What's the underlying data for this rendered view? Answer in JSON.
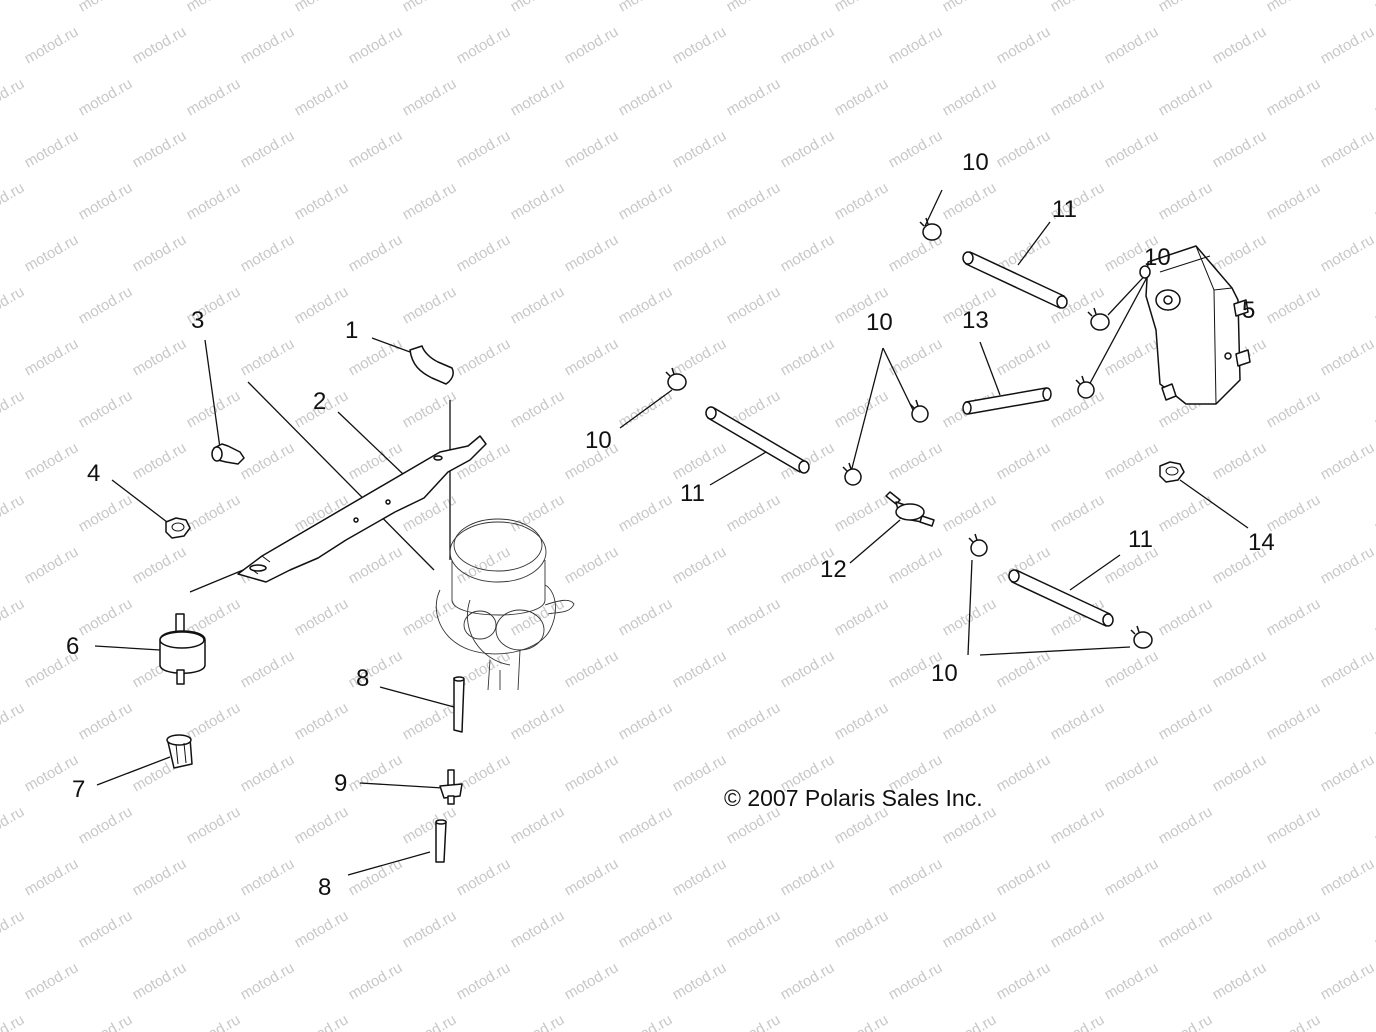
{
  "diagram": {
    "copyright": "© 2007 Polaris Sales Inc.",
    "watermark": "motod.ru",
    "callouts": [
      {
        "id": "c1",
        "label": "1"
      },
      {
        "id": "c2",
        "label": "2"
      },
      {
        "id": "c3",
        "label": "3"
      },
      {
        "id": "c4",
        "label": "4"
      },
      {
        "id": "c5",
        "label": "5"
      },
      {
        "id": "c6",
        "label": "6"
      },
      {
        "id": "c7",
        "label": "7"
      },
      {
        "id": "c8a",
        "label": "8"
      },
      {
        "id": "c8b",
        "label": "8"
      },
      {
        "id": "c9",
        "label": "9"
      },
      {
        "id": "c10a",
        "label": "10"
      },
      {
        "id": "c10b",
        "label": "10"
      },
      {
        "id": "c10c",
        "label": "10"
      },
      {
        "id": "c10d",
        "label": "10"
      },
      {
        "id": "c10e",
        "label": "10"
      },
      {
        "id": "c11a",
        "label": "11"
      },
      {
        "id": "c11b",
        "label": "11"
      },
      {
        "id": "c11c",
        "label": "11"
      },
      {
        "id": "c12",
        "label": "12"
      },
      {
        "id": "c13",
        "label": "13"
      },
      {
        "id": "c14",
        "label": "14"
      }
    ]
  }
}
